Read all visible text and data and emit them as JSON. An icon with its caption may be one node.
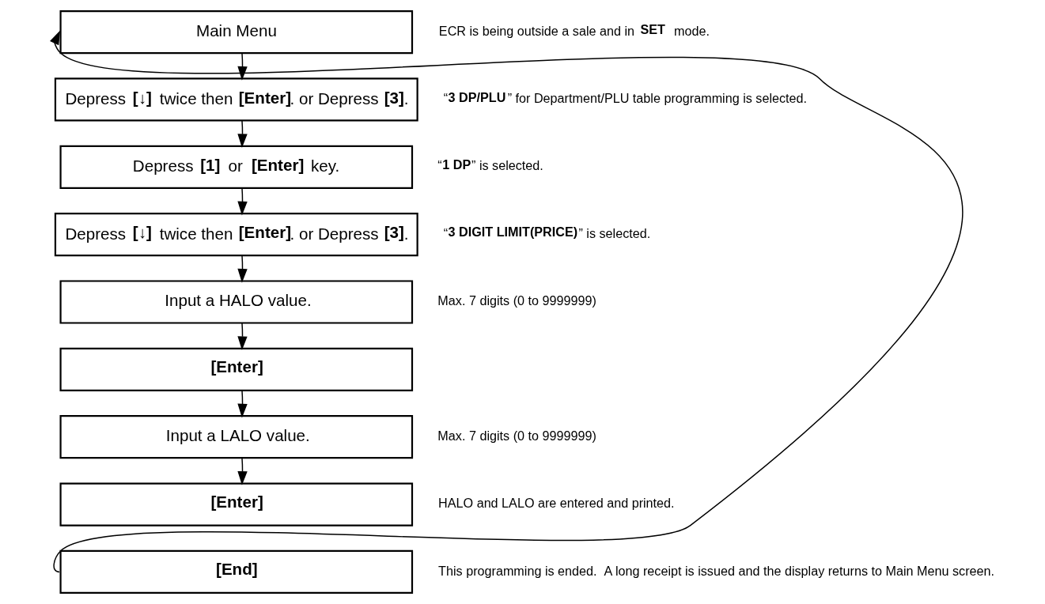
{
  "diagram": {
    "nodes": [
      {
        "text": [
          "Main Menu"
        ],
        "beside": [
          "ECR is being outside a sale and in **SET** mode."
        ]
      },
      {
        "text": [
          "Depress **[↓]** twice then **[Enter]**. or Depress **[3]**."
        ],
        "beside": [
          "“**3 DP/PLU**” for Department/PLU table programming is selected."
        ]
      },
      {
        "text": [
          "Depress **[1]** or **[Enter]** key."
        ],
        "beside": [
          "“**1 DP**” is selected."
        ]
      },
      {
        "text": [
          "Depress **[↓]** twice then **[Enter]**. or Depress **[3]**."
        ],
        "beside": [
          "“**3 DIGIT LIMIT(PRICE)**” is selected."
        ]
      },
      {
        "text": [
          "Input a HALO value."
        ],
        "beside": [
          "Max. 7 digits (0 to 9999999)"
        ]
      },
      {
        "text": [
          "[Enter]"
        ]
      },
      {
        "text": [
          "Input a LALO value."
        ],
        "beside": [
          "Max. 7 digits (0 to 9999999)"
        ]
      },
      {
        "text": [
          "[Enter]"
        ],
        "beside": [
          "HALO and LALO are entered and printed."
        ]
      },
      {
        "text": [
          "[End]"
        ],
        "beside": [
          "This programming is ended.  A long receipt is issued and the display returns to Main Menu screen."
        ]
      }
    ],
    "edges": [
      {
        "from": 0,
        "to": 1,
        "arrow": "to"
      },
      {
        "from": 1,
        "to": 2,
        "arrow": "to"
      },
      {
        "from": 2,
        "to": 3,
        "arrow": "to"
      },
      {
        "from": 3,
        "to": 4,
        "arrow": "to"
      },
      {
        "from": 4,
        "to": 5,
        "arrow": "to"
      },
      {
        "from": 5,
        "to": 6,
        "arrow": "to"
      },
      {
        "from": 6,
        "to": 7,
        "arrow": "to"
      },
      {
        "from": 8,
        "to": 0,
        "arrow": "to"
      }
    ]
  }
}
